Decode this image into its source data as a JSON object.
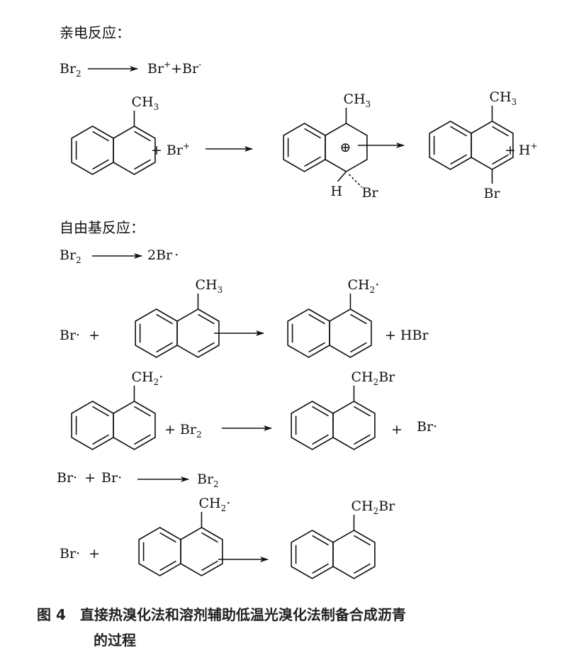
{
  "sections": {
    "electrophilic": "亲电反应：",
    "radical": "自由基反应："
  },
  "labels": {
    "br": "Br",
    "two": "2",
    "plus_sup": "+",
    "minus_sup": "-",
    "ch": "CH",
    "three": "3",
    "h": "H",
    "hbr": "HBr",
    "two_br": "2Br",
    "plus": "+",
    "dot": "·",
    "ch2br_tail": "Br",
    "oplus": "⊕"
  },
  "caption": {
    "fig_label": "图 4",
    "line1": "直接热溴化法和溶剂辅助低温光溴化法制备合成沥青",
    "line2": "的过程"
  },
  "colors": {
    "ink": "#111111",
    "caption": "#222222"
  }
}
